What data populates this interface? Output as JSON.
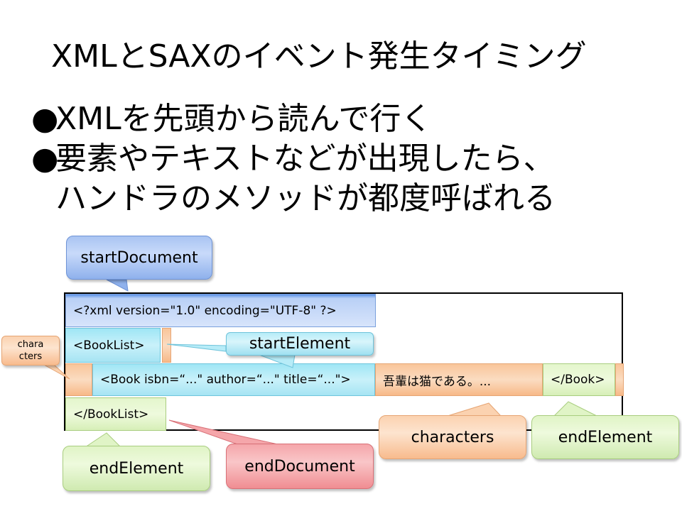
{
  "title": "XMLとSAXのイベント発生タイミング",
  "bullets": [
    "XMLを先頭から読んで行く",
    "要素やテキストなどが出現したら、",
    "ハンドラのメソッドが都度呼ばれる"
  ],
  "bullet_marker": "●",
  "xml": {
    "declaration": "<?xml version=\"1.0\" encoding=\"UTF-8\" ?>",
    "booklist_open": "<BookList>",
    "book_open": "<Book isbn=“...\" author=“...\" title=“...\">",
    "book_text": "吾輩は猫である。...",
    "book_close": "</Book>",
    "booklist_close": "</BookList>"
  },
  "callouts": {
    "start_document": "startDocument",
    "start_element": "startElement",
    "characters_small": "chara\ncters",
    "characters": "characters",
    "end_element_book": "endElement",
    "end_element_list": "endElement",
    "end_document": "endDocument"
  },
  "colors": {
    "blue": "#7aa0dc",
    "cyan": "#6fc5dc",
    "orange": "#e6a574",
    "green": "#a9cd7f",
    "red": "#d87077"
  }
}
